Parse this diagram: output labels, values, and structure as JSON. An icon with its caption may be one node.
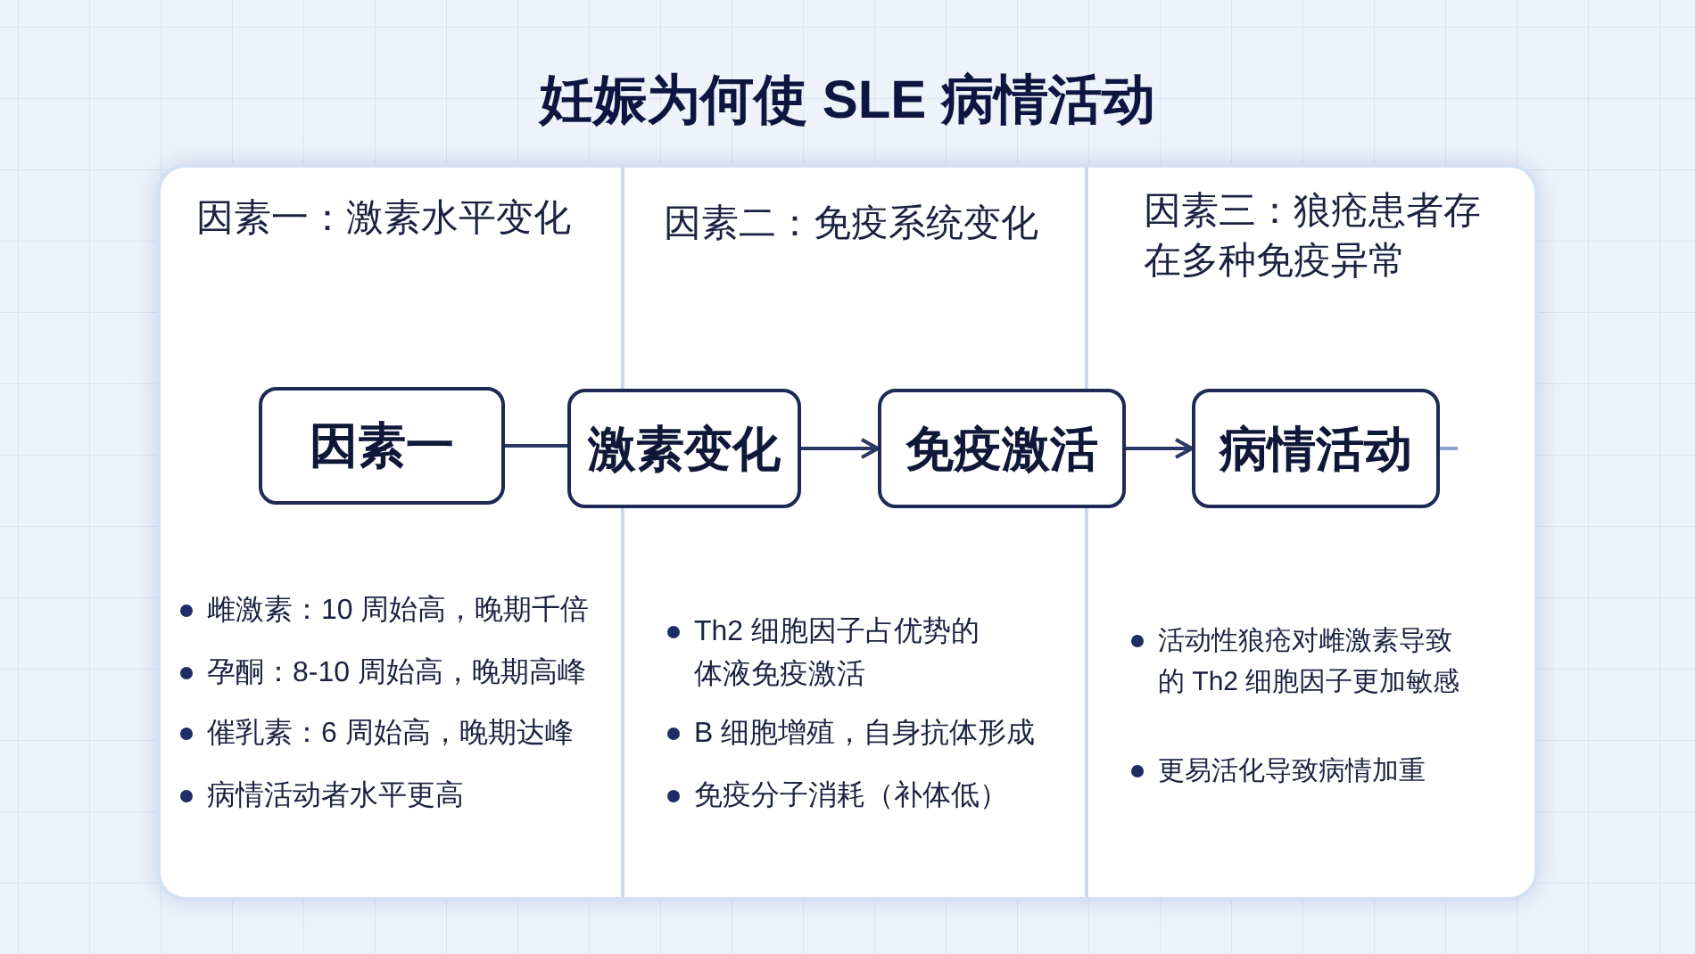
{
  "diagram": {
    "title": "妊娠为何使 SLE 病情活动",
    "nodes": [
      {
        "text": [
          "因素一"
        ]
      },
      {
        "text": [
          "激素变化"
        ]
      },
      {
        "text": [
          "免疫激活"
        ]
      },
      {
        "text": [
          "病情活动"
        ]
      }
    ],
    "edges": [
      {
        "from": 0,
        "to": 1,
        "arrow": "none"
      },
      {
        "from": 1,
        "to": 2,
        "arrow": "to"
      },
      {
        "from": 2,
        "to": 3,
        "arrow": "to"
      },
      {
        "from": 3,
        "to": null,
        "arrow": "none",
        "color": "#8aa3cc"
      }
    ],
    "labels": [
      "因素一：激素水平变化",
      "因素二：免疫系统变化",
      "因素三：狼疮患者存在多种免疫异常",
      "雌激素：10 周始高，晚期千倍",
      "孕酮：8-10 周始高，晚期高峰",
      "催乳素：6 周始高，晚期达峰",
      "病情活动者水平更高",
      "Th2 细胞因子占优势的体液免疫激活",
      "B 细胞增殖，自身抗体形成",
      "免疫分子消耗（补体低）",
      "活动性狼疮对雌激素导致的 Th2 细胞因子更加敏感",
      "更易活化导致病情加重"
    ]
  }
}
